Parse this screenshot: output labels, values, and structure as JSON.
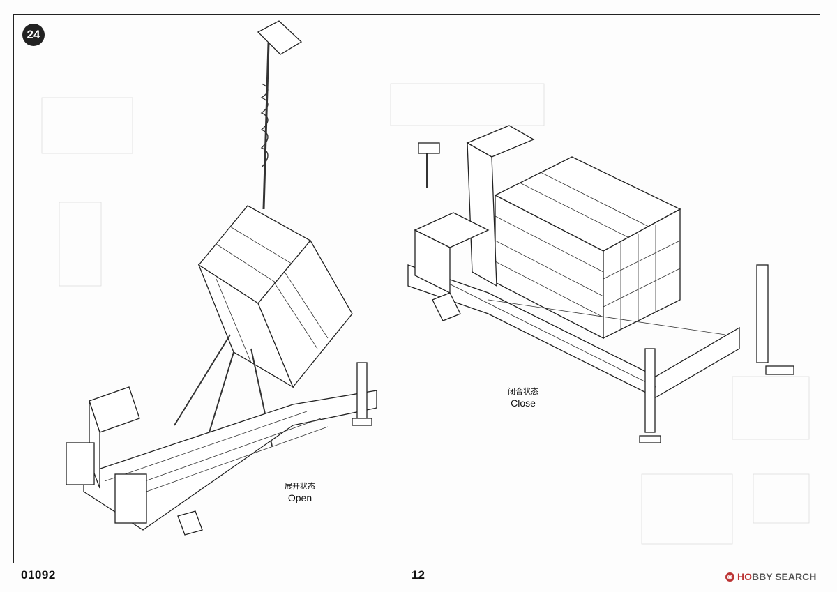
{
  "step": {
    "number": "24"
  },
  "views": {
    "open": {
      "label_cn": "展开状态",
      "label_en": "Open"
    },
    "close": {
      "label_cn": "闭合状态",
      "label_en": "Close"
    }
  },
  "footer": {
    "catalog_number": "01092",
    "page_number": "12",
    "watermark": {
      "brand_a": "HO",
      "brand_b": "BBY",
      "brand_c": " SEARCH"
    }
  }
}
